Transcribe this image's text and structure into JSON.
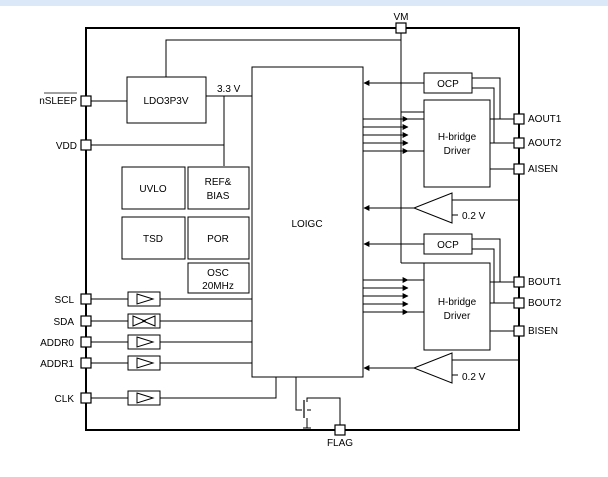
{
  "pins": {
    "vm": "VM",
    "nsleep": "nSLEEP",
    "vdd": "VDD",
    "scl": "SCL",
    "sda": "SDA",
    "addr0": "ADDR0",
    "addr1": "ADDR1",
    "clk": "CLK",
    "flag": "FLAG",
    "aout1": "AOUT1",
    "aout2": "AOUT2",
    "aisen": "AISEN",
    "bout1": "BOUT1",
    "bout2": "BOUT2",
    "bisen": "BISEN"
  },
  "blocks": {
    "ldo": "LDO3P3V",
    "rail": "3.3 V",
    "uvlo": "UVLO",
    "ref_line1": "REF&",
    "ref_line2": "BIAS",
    "tsd": "TSD",
    "por": "POR",
    "osc_line1": "OSC",
    "osc_line2": "20MHz",
    "logic": "LOIGC",
    "ocp_a": "OCP",
    "ocp_b": "OCP",
    "hbridge_a_line1": "H-bridge",
    "hbridge_a_line2": "Driver",
    "hbridge_b_line1": "H-bridge",
    "hbridge_b_line2": "Driver",
    "vref_a": "0.2 V",
    "vref_b": "0.2 V"
  },
  "colors": {
    "line": "#000000",
    "background": "#ffffff",
    "top_bar": "#dbe8f7"
  }
}
